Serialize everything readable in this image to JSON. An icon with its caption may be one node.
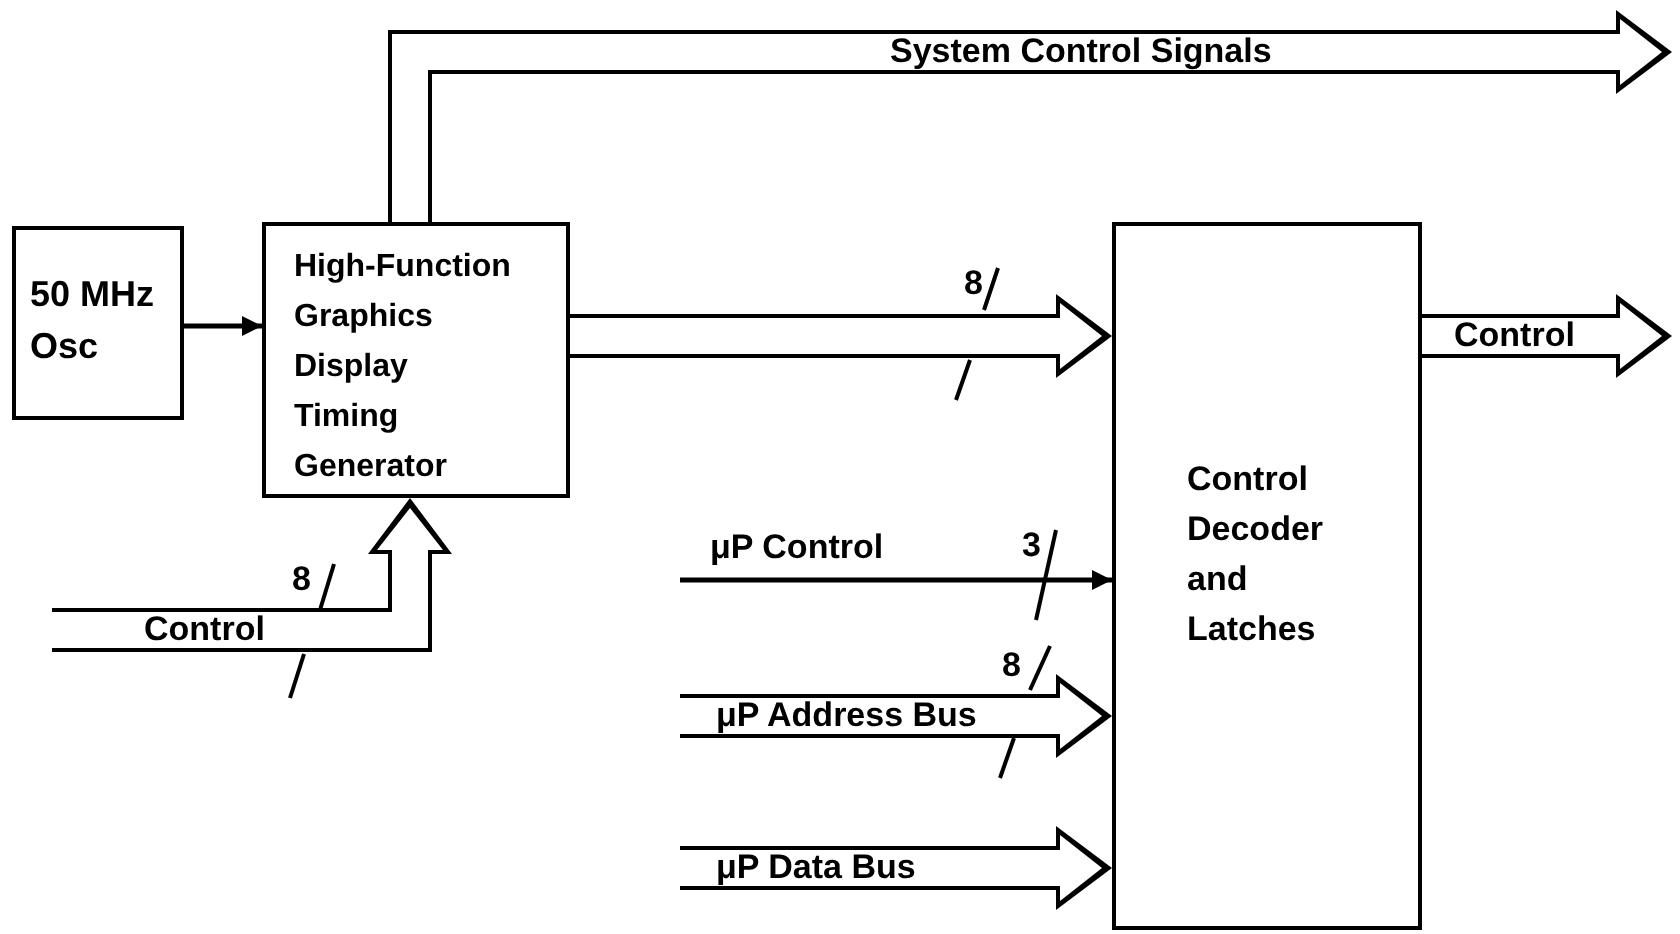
{
  "diagram": {
    "nodes": [
      {
        "text": [
          "50 MHz Osc"
        ]
      },
      {
        "text": [
          "High-Function Graphics Display Timing Generator"
        ]
      },
      {
        "text": [
          "Control Decoder and Latches"
        ]
      }
    ],
    "edges": [
      {
        "from": 0,
        "to": 1,
        "arrow": "to"
      },
      {
        "from": 1,
        "to": null,
        "arrow": "to",
        "label": "System Control Signals"
      },
      {
        "from": 1,
        "to": 2,
        "arrow": "to"
      },
      {
        "from": null,
        "to": 1,
        "arrow": "to",
        "label": "Control"
      },
      {
        "from": null,
        "to": 2,
        "arrow": "to",
        "label": "μP Control"
      },
      {
        "from": null,
        "to": 2,
        "arrow": "to",
        "label": "μP Address Bus"
      },
      {
        "from": null,
        "to": 2,
        "arrow": "to",
        "label": "μP Data Bus"
      },
      {
        "from": 2,
        "to": null,
        "arrow": "to",
        "label": "Control"
      }
    ],
    "labels": [
      "8",
      "3",
      "8",
      "8"
    ]
  }
}
